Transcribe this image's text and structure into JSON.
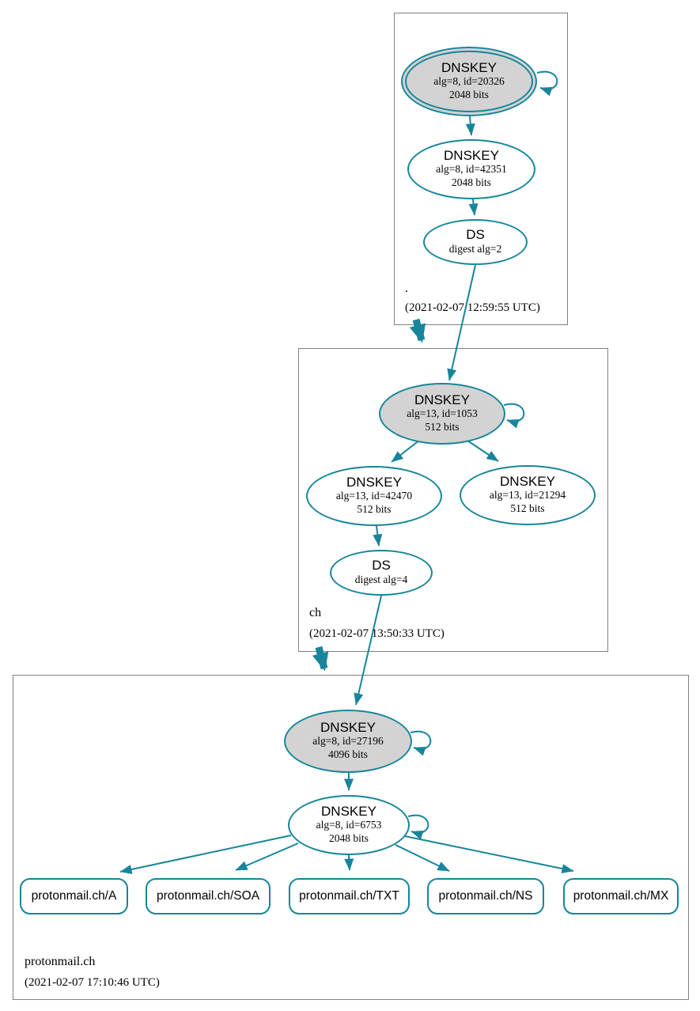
{
  "colors": {
    "edge": "#17859a",
    "ksk_fill": "#d3d3d3",
    "box_border": "#808080"
  },
  "zones": [
    {
      "label": ".",
      "timestamp": "(2021-02-07 12:59:55 UTC)",
      "ksk": {
        "title": "DNSKEY",
        "detail": "alg=8, id=20326",
        "bits": "2048 bits"
      },
      "zsk": {
        "title": "DNSKEY",
        "detail": "alg=8, id=42351",
        "bits": "2048 bits"
      },
      "ds": {
        "title": "DS",
        "detail": "digest alg=2"
      }
    },
    {
      "label": "ch",
      "timestamp": "(2021-02-07 13:50:33 UTC)",
      "ksk": {
        "title": "DNSKEY",
        "detail": "alg=13, id=1053",
        "bits": "512 bits"
      },
      "zsk1": {
        "title": "DNSKEY",
        "detail": "alg=13, id=42470",
        "bits": "512 bits"
      },
      "zsk2": {
        "title": "DNSKEY",
        "detail": "alg=13, id=21294",
        "bits": "512 bits"
      },
      "ds": {
        "title": "DS",
        "detail": "digest alg=4"
      }
    },
    {
      "label": "protonmail.ch",
      "timestamp": "(2021-02-07 17:10:46 UTC)",
      "ksk": {
        "title": "DNSKEY",
        "detail": "alg=8, id=27196",
        "bits": "4096 bits"
      },
      "zsk": {
        "title": "DNSKEY",
        "detail": "alg=8, id=6753",
        "bits": "2048 bits"
      },
      "rrsets": [
        "protonmail.ch/A",
        "protonmail.ch/SOA",
        "protonmail.ch/TXT",
        "protonmail.ch/NS",
        "protonmail.ch/MX"
      ]
    }
  ]
}
